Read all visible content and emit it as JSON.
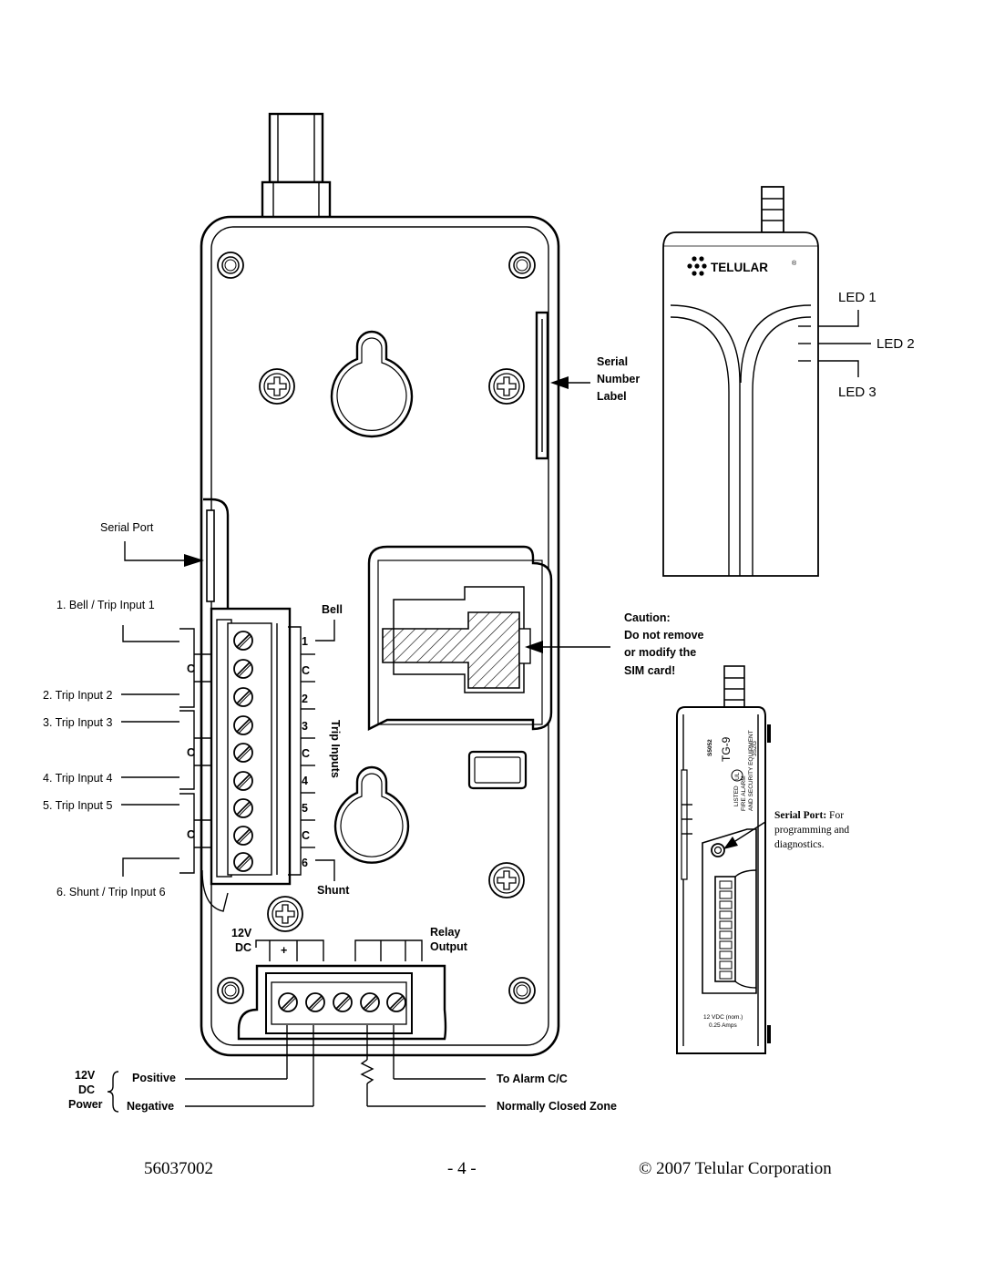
{
  "main_unit": {
    "serial_port": "Serial Port",
    "serial_number_label": [
      "Serial",
      "Number",
      "Label"
    ],
    "caution": [
      "Caution:",
      "Do not remove",
      "or modify the",
      "SIM card!"
    ],
    "left_inputs": {
      "bell_trip_1": "1. Bell / Trip Input 1",
      "trip_2": "2. Trip Input 2",
      "trip_3": "3. Trip Input 3",
      "trip_4": "4. Trip Input 4",
      "trip_5": "5. Trip Input 5",
      "shunt_trip_6": "6. Shunt / Trip Input 6"
    },
    "terminal_labels_left": [
      "C",
      "C",
      "C"
    ],
    "terminal_labels_right": [
      "1",
      "C",
      "2",
      "3",
      "C",
      "4",
      "5",
      "C",
      "6"
    ],
    "bell": "Bell",
    "shunt": "Shunt",
    "trip_inputs": "Trip Inputs",
    "power_12v_dc": [
      "12V",
      "DC"
    ],
    "plus_sign": "+",
    "relay_output": [
      "Relay",
      "Output"
    ]
  },
  "bottom_wiring": {
    "power_label": [
      "12V",
      "DC",
      "Power"
    ],
    "positive": "Positive",
    "negative": "Negative",
    "to_alarm": "To Alarm C/C",
    "normally_closed": "Normally Closed Zone"
  },
  "front_view": {
    "brand": "TELULAR",
    "registered_mark": "®",
    "leds": [
      "LED 1",
      "LED 2",
      "LED 3"
    ]
  },
  "side_view": {
    "model_code": "S5052",
    "model_name": "TG-9",
    "listing_mark": "UL",
    "listed": "LISTED",
    "listing_line1": "FIRE ALARM",
    "listing_line2": "AND SECURITY EQUIPMENT",
    "listing_code": "3SZG",
    "serial_port_bold": "Serial Port:",
    "serial_port_desc": [
      " For",
      "programming and",
      "diagnostics."
    ],
    "power_rating": [
      "12 VDC (nom.)",
      "0.25 Amps"
    ]
  },
  "footer": {
    "doc_number": "56037002",
    "page_number": "- 4 -",
    "copyright": "© 2007 Telular Corporation"
  }
}
